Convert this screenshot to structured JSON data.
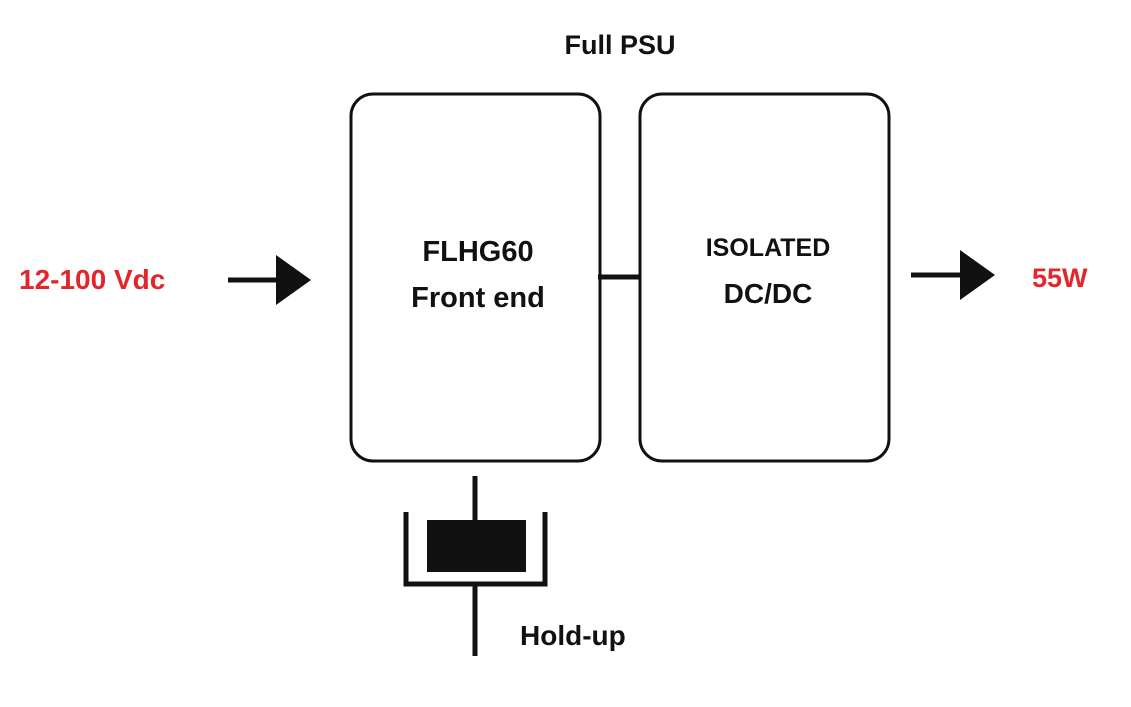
{
  "diagram": {
    "title": "Full PSU",
    "input_label": "12-100 Vdc",
    "output_label": "55W",
    "front_end": {
      "line1": "FLHG60",
      "line2": "Front end"
    },
    "isolated": {
      "line1": "ISOLATED",
      "line2": "DC/DC"
    },
    "holdup_label": "Hold-up",
    "colors": {
      "stroke": "#111111",
      "highlight_text": "#e3262b",
      "background": "#ffffff"
    }
  }
}
